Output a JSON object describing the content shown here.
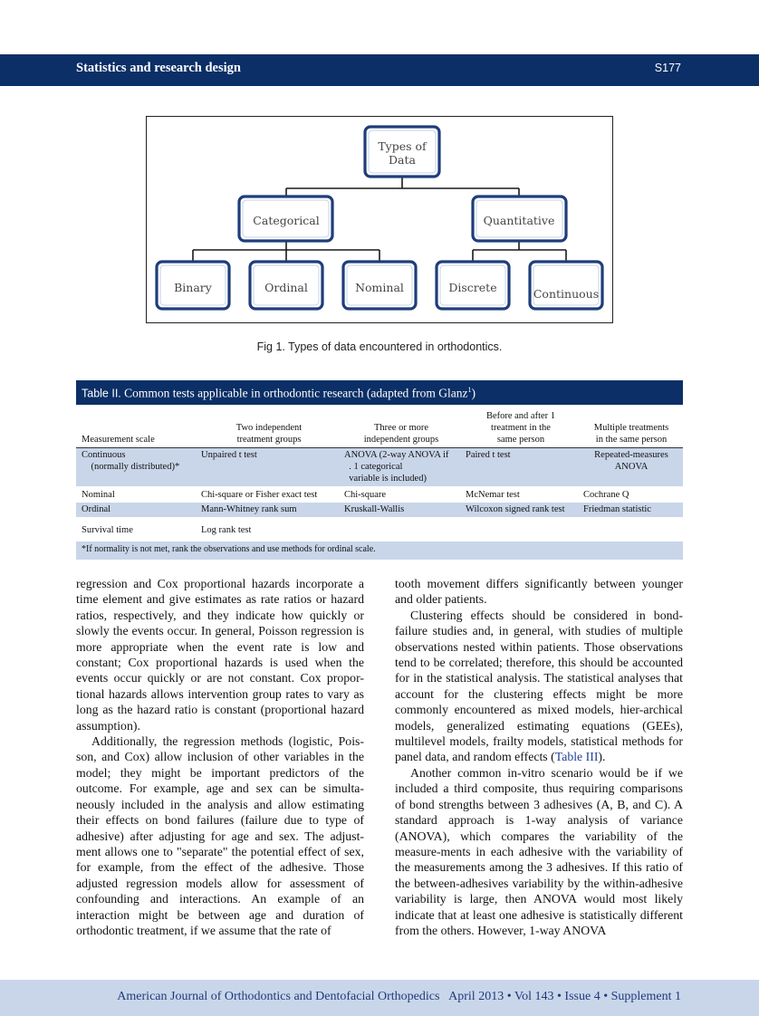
{
  "header": {
    "title": "Statistics and research design",
    "page": "S177"
  },
  "figure": {
    "nodes": {
      "root": [
        "Types of",
        "Data"
      ],
      "categorical": "Categorical",
      "quantitative": "Quantitative",
      "binary": "Binary",
      "ordinal": "Ordinal",
      "nominal": "Nominal",
      "discrete": "Discrete",
      "continuous": "Continuous"
    },
    "caption": "Fig 1. Types of data encountered in orthodontics."
  },
  "table": {
    "label": "Table II.",
    "title": "Common tests applicable in orthodontic research (adapted from Glanz",
    "title_ref": "1",
    "title_end": ")",
    "headers": [
      [
        "Measurement scale"
      ],
      [
        "Two independent",
        "treatment groups"
      ],
      [
        "Three or more",
        "independent groups"
      ],
      [
        "Before and after 1",
        "treatment in the",
        "same person"
      ],
      [
        "Multiple treatments",
        "in the same person"
      ]
    ],
    "rows": [
      {
        "scale": [
          "Continuous",
          "(normally distributed)*"
        ],
        "two": "Unpaired t test",
        "three": [
          "ANOVA (2-way ANOVA if",
          ". 1 categorical",
          "variable is included)"
        ],
        "before": "Paired t test",
        "multiple": [
          "Repeated-measures",
          "ANOVA"
        ]
      },
      {
        "scale": [
          "Nominal"
        ],
        "two": "Chi-square or Fisher exact test",
        "three": [
          "Chi-square"
        ],
        "before": "McNemar test",
        "multiple": [
          "Cochrane Q"
        ]
      },
      {
        "scale": [
          "Ordinal"
        ],
        "two": "Mann-Whitney rank sum",
        "three": [
          "Kruskall-Wallis"
        ],
        "before": "Wilcoxon signed rank test",
        "multiple": [
          "Friedman statistic"
        ]
      },
      {
        "scale": [
          "Survival time"
        ],
        "two": "Log rank test",
        "three": [
          ""
        ],
        "before": "",
        "multiple": [
          ""
        ]
      }
    ],
    "footnote": "*If normality is not met, rank the observations and use methods for ordinal scale."
  },
  "body": {
    "left": [
      "regression and Cox proportional hazards incorporate a time element and give estimates as rate ratios or hazard ratios, respectively, and they indicate how quickly or slowly the events occur. In general, Poisson regression is more appropriate when the event rate is low and constant; Cox proportional hazards is used when the events occur quickly or are not constant. Cox propor-tional hazards allows intervention group rates to vary as long as the hazard ratio is constant (proportional hazard assumption).",
      "Additionally, the regression methods (logistic, Pois-son, and Cox) allow inclusion of other variables in the model; they might be important predictors of the outcome. For example, age and sex can be simulta-neously included in the analysis and allow estimating their effects on bond failures (failure due to type of adhesive) after adjusting for age and sex. The adjust-ment allows one to \"separate\" the potential effect of sex, for example, from the effect of the adhesive. Those adjusted regression models allow for assessment of confounding and interactions. An example of an interaction might be between age and duration of orthodontic treatment, if we assume that the rate of"
    ],
    "right_p1": "tooth movement differs significantly between younger and older patients.",
    "right_p2": "Clustering effects should be considered in bond-failure studies and, in general, with studies of multiple observations nested within patients. Those observations tend to be correlated; therefore, this should be accounted for in the statistical analysis. The statistical analyses that account for the clustering effects might be more commonly encountered as mixed models, hier-archical models, generalized estimating equations (GEEs), multilevel models, frailty models, statistical methods for panel data, and random effects (",
    "right_p2_link": "Table III",
    "right_p2_end": ").",
    "right_p3": "Another common in-vitro scenario would be if we included a third composite, thus requiring comparisons of bond strengths between 3 adhesives (A, B, and C). A standard approach is 1-way analysis of variance (ANOVA), which compares the variability of the measure-ments in each adhesive with the variability of the measurements among the 3 adhesives. If this ratio of the between-adhesives variability by the within-adhesive variability is large, then ANOVA would most likely indicate that at least one adhesive is statistically different from the others. However, 1-way ANOVA"
  },
  "footer": {
    "text": "American Journal of Orthodontics and Dentofacial Orthopedics   April 2013 • Vol 143 • Issue 4 • Supplement 1"
  }
}
